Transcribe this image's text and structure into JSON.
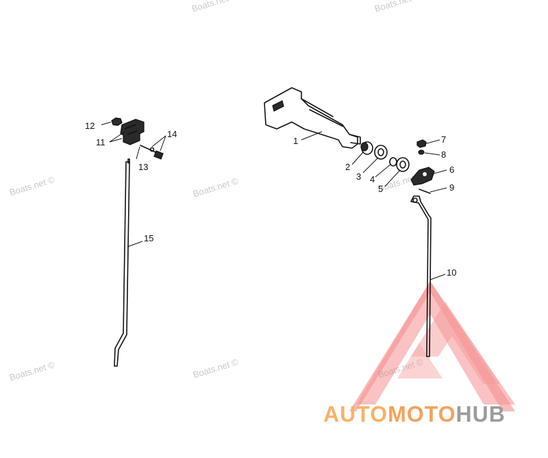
{
  "watermark": {
    "text": "Boats.net ©"
  },
  "callouts": {
    "c1": "1",
    "c2": "2",
    "c3": "3",
    "c4": "4",
    "c5": "5",
    "c6": "6",
    "c7": "7",
    "c8": "8",
    "c9": "9",
    "c10": "10",
    "c11": "11",
    "c12": "12",
    "c13": "13",
    "c14": "14",
    "c15": "15"
  },
  "logo": {
    "auto": "AUTO",
    "moto": "MOTO",
    "hub": "HUB"
  },
  "colors": {
    "line": "#111111",
    "watermark": "#c9c9c9",
    "logo_red": "#f05a5a",
    "logo_orange": "#f4a25b",
    "logo_gray": "#9c9c9c"
  }
}
